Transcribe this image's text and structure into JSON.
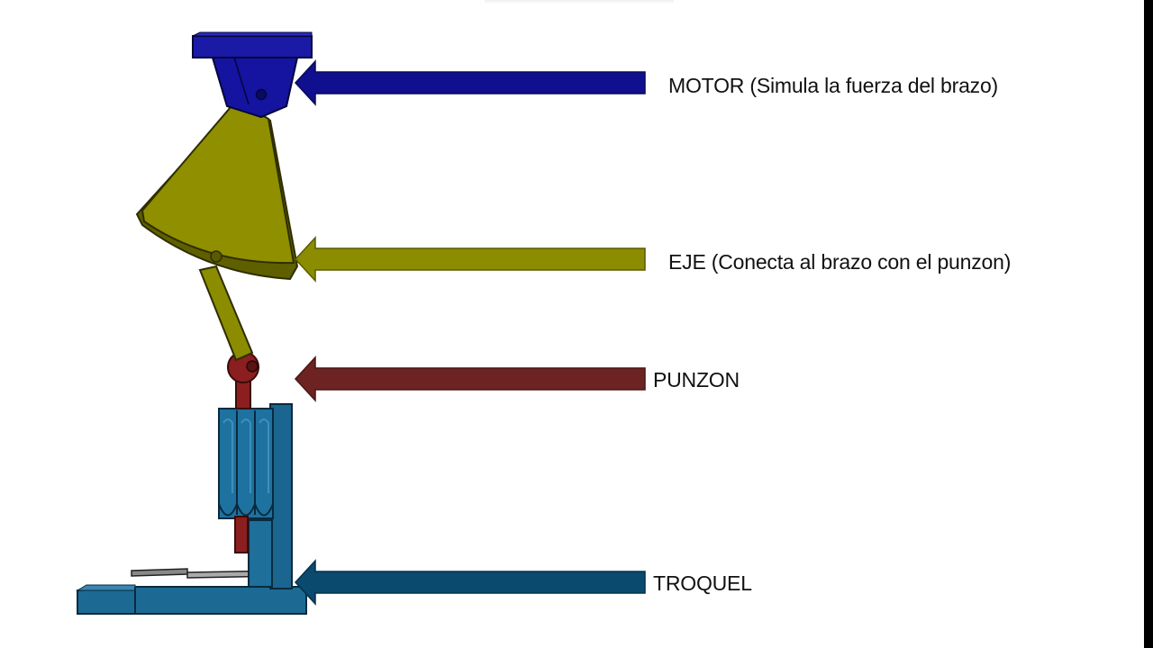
{
  "labels": {
    "motor": "MOTOR (Simula la fuerza del brazo)",
    "eje": "EJE (Conecta al brazo con el punzon)",
    "punzon": "PUNZON",
    "troquel": "TROQUEL"
  },
  "colors": {
    "motor": "#0f0f8f",
    "eje": "#8c8c00",
    "punzon": "#6e2323",
    "troquel": "#0a4a6e",
    "background": "#ffffff"
  }
}
